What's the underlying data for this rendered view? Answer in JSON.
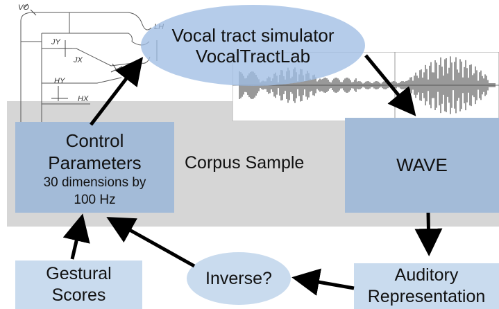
{
  "simulator": {
    "line1": "Vocal tract simulator",
    "line2": "VocalTractLab"
  },
  "control": {
    "line1": "Control",
    "line2": "Parameters",
    "line3": "30 dimensions by",
    "line4": "100 Hz"
  },
  "corpus": {
    "label": "Corpus Sample"
  },
  "wave": {
    "label": "WAVE"
  },
  "gestural": {
    "line1": "Gestural",
    "line2": "Scores"
  },
  "inverse": {
    "label": "Inverse?"
  },
  "auditory": {
    "line1": "Auditory",
    "line2": "Representation"
  },
  "sketch": {
    "labels": {
      "vo": "VO",
      "lh": "LH",
      "jy": "JY",
      "jx": "JX",
      "hy": "HY",
      "hx": "HX"
    }
  },
  "colors": {
    "box_dark": "#a3bbd8",
    "box_light": "#c9dbee",
    "ellipse": "#a0bee4",
    "band": "#c8c8c8",
    "arrow": "#000000"
  }
}
